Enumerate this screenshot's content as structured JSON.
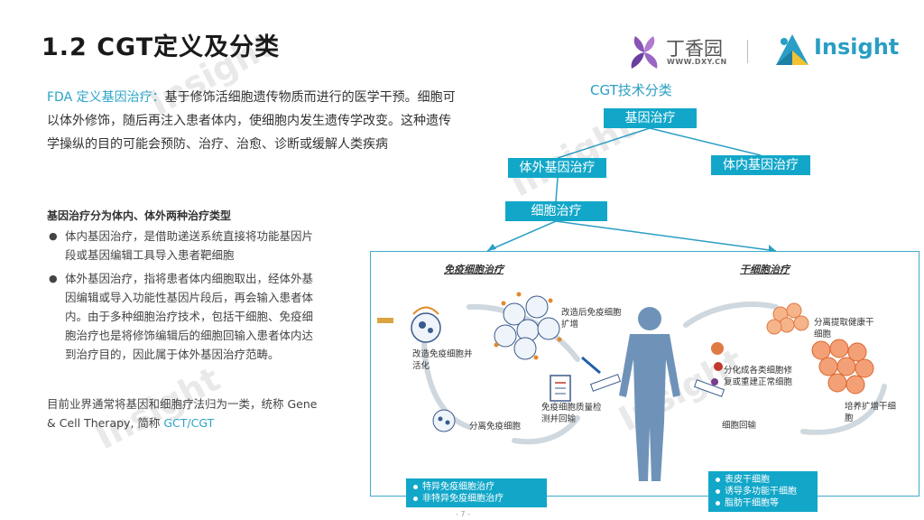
{
  "title": "1.2 CGT定义及分类",
  "logos": {
    "dxy_name": "丁香园",
    "dxy_url": "WWW.DXY.CN",
    "insight_name": "Insight"
  },
  "watermark": "Insight",
  "intro": {
    "highlight": "FDA 定义基因治疗：",
    "text": "基于修饰活细胞遗传物质而进行的医学干预。细胞可以体外修饰，随后再注入患者体内，使细胞内发生遗传学改变。这种遗传学操纵的目的可能会预防、治疗、治愈、诊断或缓解人类疾病"
  },
  "subhead": "基因治疗分为体内、体外两种治疗类型",
  "bullets": [
    "体内基因治疗，是借助递送系统直接将功能基因片段或基因编辑工具导入患者靶细胞",
    "体外基因治疗，指将患者体内细胞取出，经体外基因编辑或导入功能性基因片段后，再会输入患者体内。由于多种细胞治疗技术，包括干细胞、免疫细胞治疗也是将修饰编辑后的细胞回输入患者体内达到治疗目的，因此属于体外基因治疗范畴。"
  ],
  "closing": {
    "text": "目前业界通常将基因和细胞疗法归为一类，统称 Gene & Cell Therapy, 简称 ",
    "highlight": "GCT/CGT"
  },
  "diagram": {
    "title": "CGT技术分类",
    "root": "基因治疗",
    "ex_vivo": "体外基因治疗",
    "in_vivo": "体内基因治疗",
    "cell": "细胞治疗",
    "immune_title": "免疫细胞治疗",
    "stem_title": "干细胞治疗",
    "labels": {
      "modified_expand": "改造后免疫细胞扩增",
      "modify_activate": "改造免疫细胞并活化",
      "quality_check": "免疫细胞质量检测并回输",
      "isolate_immune": "分离免疫细胞",
      "isolate_healthy": "分离提取健康干细胞",
      "differentiate": "分化成各类细胞修复或重建正常细胞",
      "culture_expand": "培养扩增干细胞",
      "reinfuse": "细胞回输"
    },
    "immune_types": [
      "特异免疫细胞治疗",
      "非特异免疫细胞治疗"
    ],
    "stem_types": [
      "表皮干细胞",
      "诱导多功能干细胞",
      "脂肪干细胞等"
    ]
  },
  "page_number": "- 7 -",
  "colors": {
    "accent": "#12a7c9",
    "highlight_text": "#2ba3c9"
  }
}
